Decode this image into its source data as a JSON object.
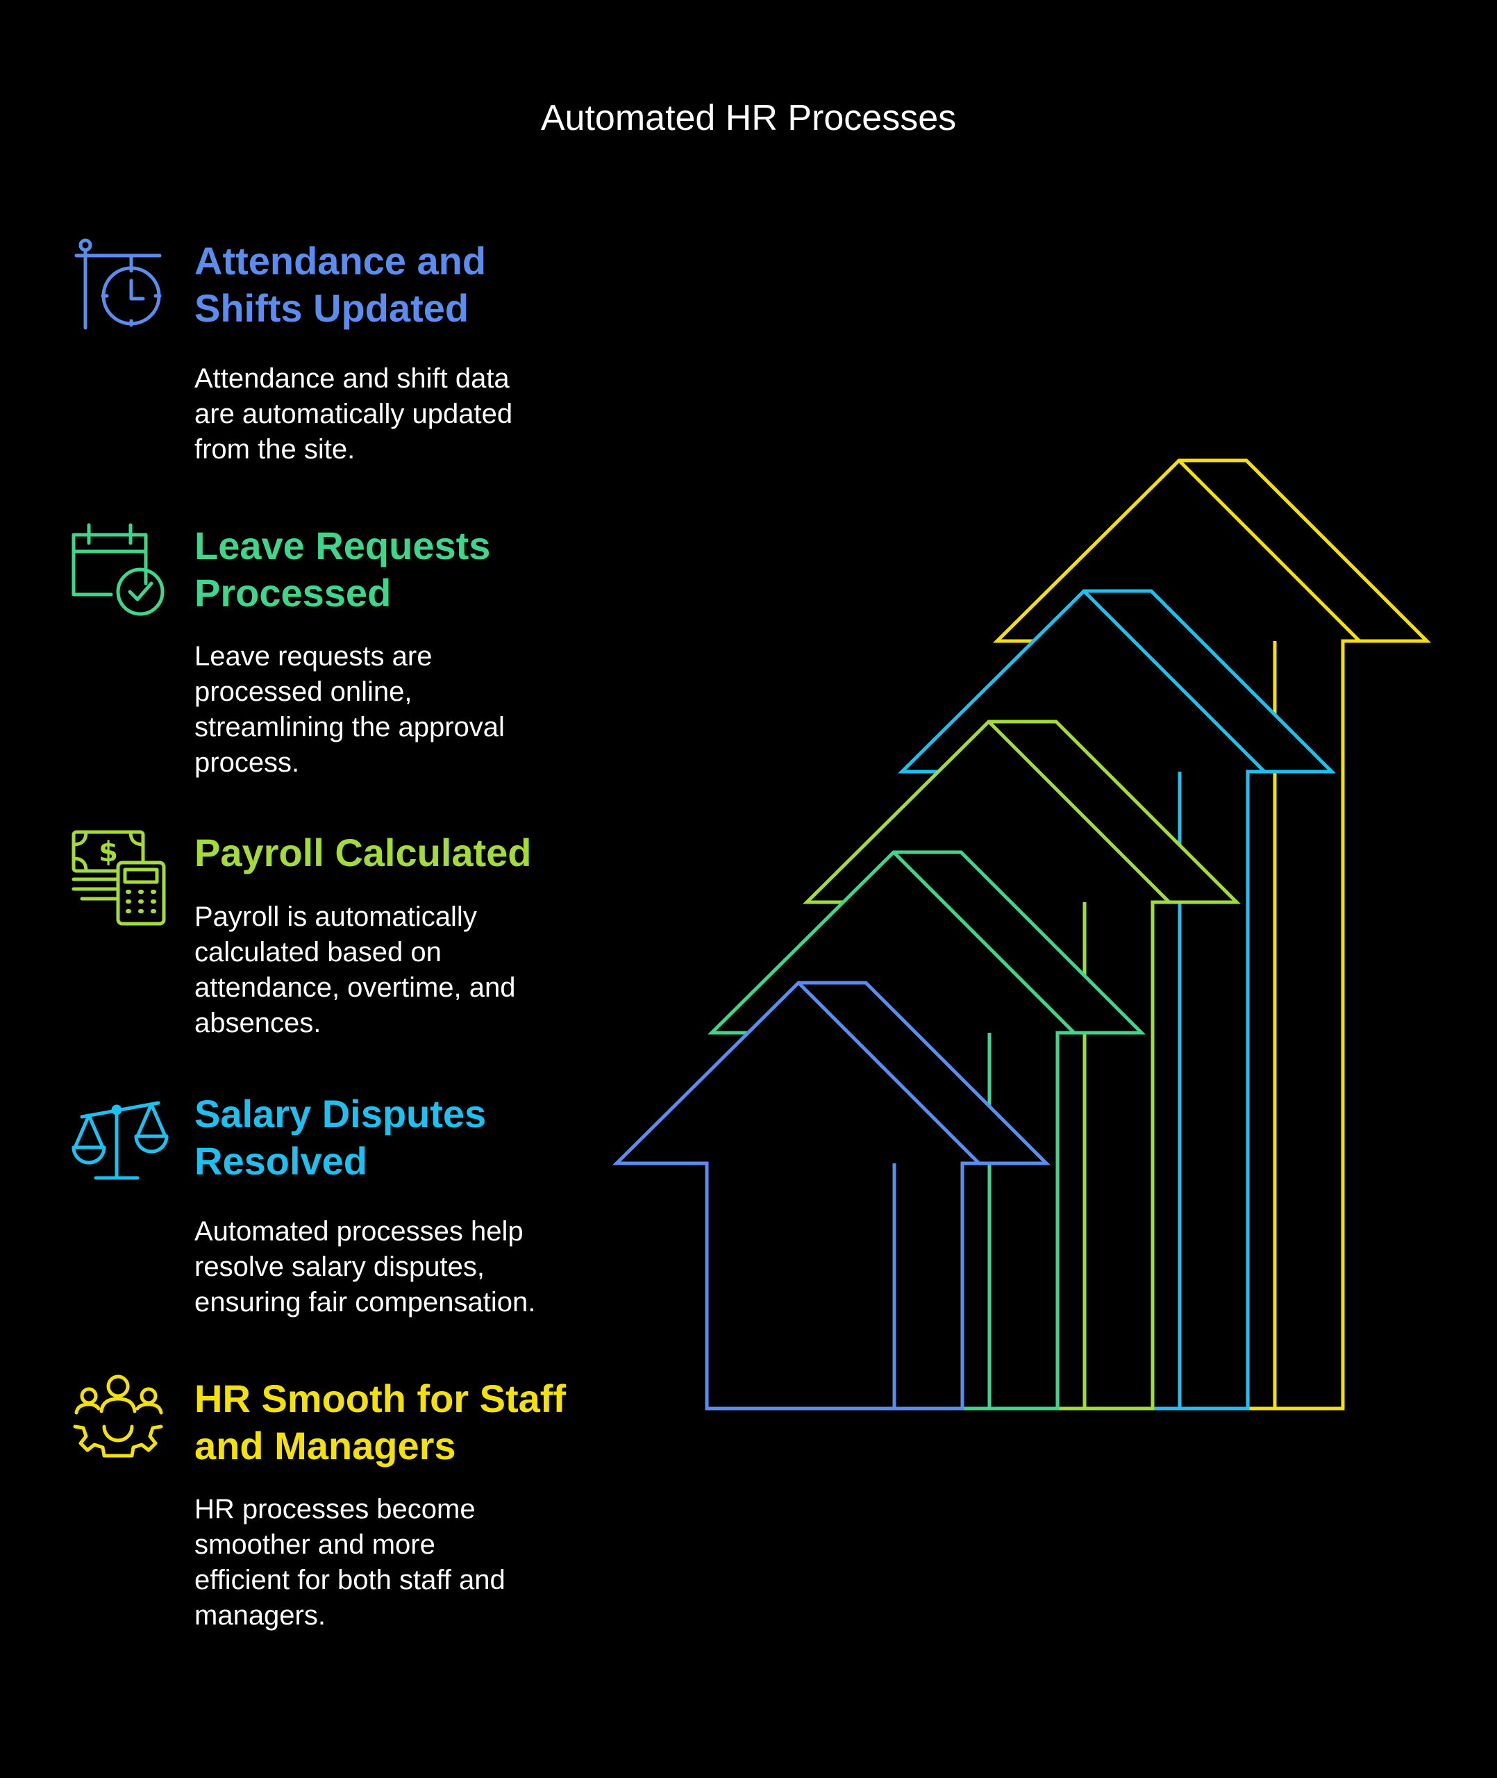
{
  "title": "Automated HR Processes",
  "steps": [
    {
      "title_line1": "Attendance and",
      "title_line2": "Shifts Updated",
      "desc_line1": "Attendance and shift data",
      "desc_line2": "are automatically updated",
      "desc_line3": "from the site.",
      "desc_line4": "",
      "color": "#5b8def",
      "icon": "wall-clock-icon"
    },
    {
      "title_line1": "Leave Requests",
      "title_line2": "Processed",
      "desc_line1": "Leave requests are",
      "desc_line2": "processed online,",
      "desc_line3": "streamlining the approval",
      "desc_line4": "process.",
      "color": "#3fd68c",
      "icon": "calendar-check-icon"
    },
    {
      "title_line1": "Payroll Calculated",
      "title_line2": "",
      "desc_line1": "Payroll is automatically",
      "desc_line2": "calculated based on",
      "desc_line3": "attendance, overtime, and",
      "desc_line4": "absences.",
      "color": "#a3dc3a",
      "icon": "money-calculator-icon"
    },
    {
      "title_line1": "Salary Disputes",
      "title_line2": "Resolved",
      "desc_line1": "Automated processes help",
      "desc_line2": "resolve salary disputes,",
      "desc_line3": "ensuring fair compensation.",
      "desc_line4": "",
      "color": "#1ec0f0",
      "icon": "balance-scale-icon"
    },
    {
      "title_line1": "HR Smooth for Staff",
      "title_line2": "and Managers",
      "desc_line1": "HR processes become",
      "desc_line2": "smoother and more",
      "desc_line3": "efficient for both staff and",
      "desc_line4": "managers.",
      "color": "#f5e10a",
      "icon": "team-gear-icon"
    }
  ]
}
